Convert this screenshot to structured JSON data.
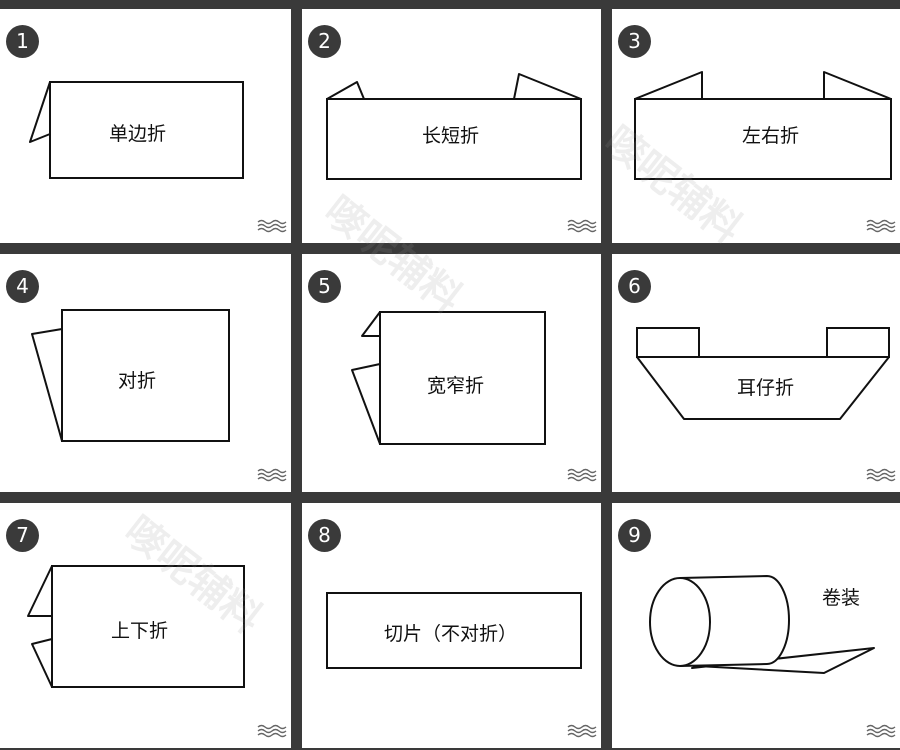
{
  "panels": [
    {
      "number": "1",
      "label": "单边折"
    },
    {
      "number": "2",
      "label": "长短折"
    },
    {
      "number": "3",
      "label": "左右折"
    },
    {
      "number": "4",
      "label": "对折"
    },
    {
      "number": "5",
      "label": "宽窄折"
    },
    {
      "number": "6",
      "label": "耳仔折"
    },
    {
      "number": "7",
      "label": "上下折"
    },
    {
      "number": "8",
      "label": "切片（不对折）"
    },
    {
      "number": "9",
      "label": "卷装"
    }
  ],
  "watermark": {
    "text": "嘜呢辅料"
  },
  "icons": {
    "corner": "wave-icon"
  },
  "colors": {
    "background": "#3a3a3a",
    "panel": "#ffffff",
    "stroke": "#111111"
  }
}
